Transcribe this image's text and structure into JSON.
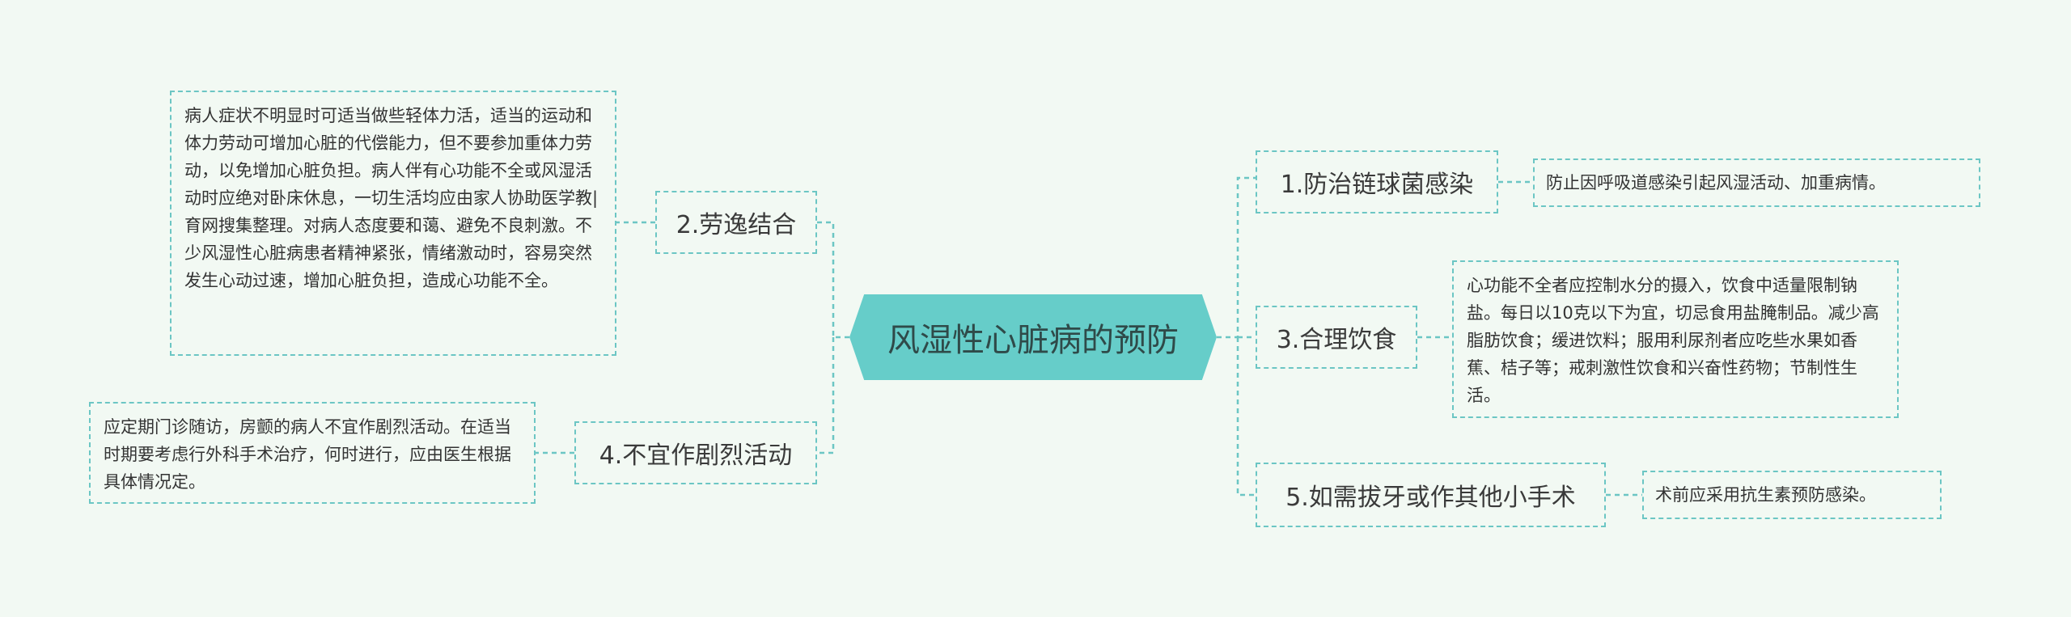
{
  "root": {
    "title": "风湿性心脏病的预防"
  },
  "branches": [
    {
      "label": "1.防治链球菌感染",
      "detail": "防止因呼吸道感染引起风湿活动、加重病情。"
    },
    {
      "label": "2.劳逸结合",
      "detail": "病人症状不明显时可适当做些轻体力活，适当的运动和体力劳动可增加心脏的代偿能力，但不要参加重体力劳动，以免增加心脏负担。病人伴有心功能不全或风湿活动时应绝对卧床休息，一切生活均应由家人协助医学教|育网搜集整理。对病人态度要和蔼、避免不良刺激。不少风湿性心脏病患者精神紧张，情绪激动时，容易突然发生心动过速，增加心脏负担，造成心功能不全。"
    },
    {
      "label": "3.合理饮食",
      "detail": "心功能不全者应控制水分的摄入，饮食中适量限制钠盐。每日以10克以下为宜，切忌食用盐腌制品。减少高脂肪饮食；缓进饮料；服用利尿剂者应吃些水果如香蕉、桔子等；戒刺激性饮食和兴奋性药物；节制性生活。"
    },
    {
      "label": "4.不宜作剧烈活动",
      "detail": "应定期门诊随访，房颤的病人不宜作剧烈活动。在适当时期要考虑行外科手术治疗，何时进行，应由医生根据具体情况定。"
    },
    {
      "label": "5.如需拔牙或作其他小手术",
      "detail": "术前应采用抗生素预防感染。"
    }
  ],
  "colors": {
    "background": "#f2f9f3",
    "accent": "#66cdc9",
    "connector": "#6cc6c4"
  }
}
